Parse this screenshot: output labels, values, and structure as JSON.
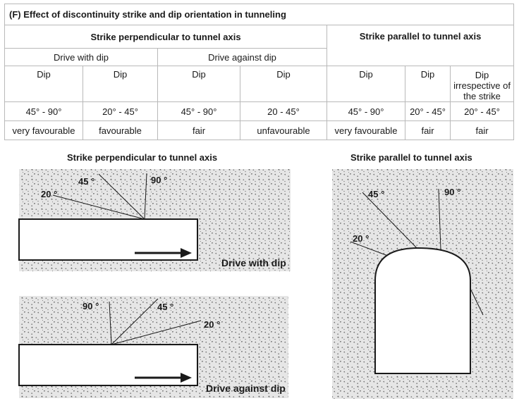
{
  "table": {
    "title": "(F) Effect of discontinuity strike and dip orientation in tunneling",
    "group_perpendicular": "Strike perpendicular to tunnel axis",
    "group_parallel": "Strike parallel to tunnel axis",
    "sub_with_dip": "Drive with dip",
    "sub_against_dip": "Drive against dip",
    "dip_headers": [
      "Dip",
      "Dip",
      "Dip",
      "Dip",
      "Dip",
      "Dip",
      "Dip irrespective of the strike"
    ],
    "dip_ranges": [
      "45° - 90°",
      "20° - 45°",
      "45° - 90°",
      "20 - 45°",
      "45° - 90°",
      "20° - 45°",
      "20° - 45°"
    ],
    "ratings": [
      "very favourable",
      "favourable",
      "fair",
      "unfavourable",
      "very favourable",
      "fair",
      "fair"
    ]
  },
  "figures": {
    "caption_perpendicular": "Strike perpendicular to tunnel axis",
    "caption_parallel": "Strike parallel to tunnel axis",
    "top_left": {
      "labels": [
        "20 °",
        "45 °",
        "90 °"
      ],
      "drive_label": "Drive with dip"
    },
    "bottom_left": {
      "labels": [
        "90 °",
        "45 °",
        "20 °"
      ],
      "drive_label": "Drive against dip"
    },
    "right": {
      "labels": [
        "45 °",
        "90 °",
        "20 °"
      ]
    }
  },
  "colors": {
    "rock_fill": "#e6e6e6",
    "line": "#1a1a1a",
    "border": "#b9b9b9"
  }
}
